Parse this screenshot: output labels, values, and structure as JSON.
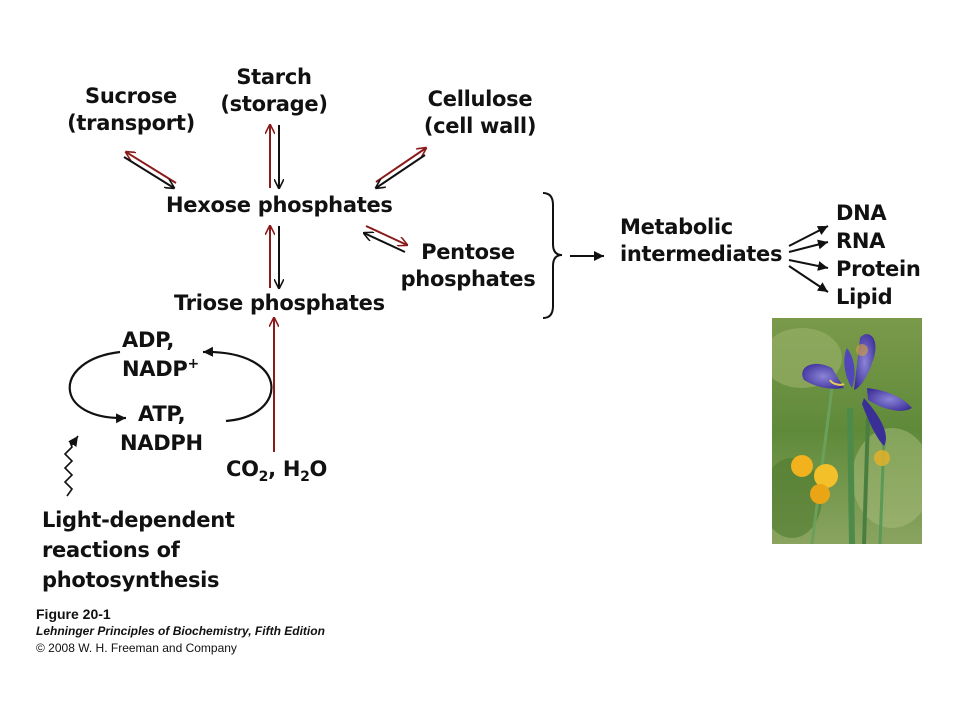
{
  "colors": {
    "red_arrow": "#8b1a1a",
    "black_arrow": "#111111",
    "text": "#111111"
  },
  "nodes": {
    "sucrose": {
      "line1": "Sucrose",
      "line2": "(transport)"
    },
    "starch": {
      "line1": "Starch",
      "line2": "(storage)"
    },
    "cellulose": {
      "line1": "Cellulose",
      "line2": "(cell wall)"
    },
    "hexose": "Hexose phosphates",
    "pentose": {
      "line1": "Pentose",
      "line2": "phosphates"
    },
    "metabolic": {
      "line1": "Metabolic",
      "line2": "intermediates"
    },
    "products": [
      "DNA",
      "RNA",
      "Protein",
      "Lipid"
    ],
    "triose": "Triose phosphates",
    "adp": {
      "line1": "ADP,",
      "line2": "NADP",
      "sup": "+"
    },
    "atp": {
      "line1": "ATP,",
      "line2": "NADPH"
    },
    "co2": {
      "a": "CO",
      "a_sub": "2",
      "b": ", H",
      "b_sub": "2",
      "c": "O"
    },
    "light": {
      "line1": "Light-dependent",
      "line2": "reactions of",
      "line3": "photosynthesis"
    }
  },
  "caption": {
    "figure": "Figure 20-1",
    "book": "Lehninger Principles of Biochemistry, Fifth Edition",
    "copyright": "© 2008 W. H. Freeman and Company"
  },
  "photo": {
    "subject": "iris-flower-photo"
  }
}
